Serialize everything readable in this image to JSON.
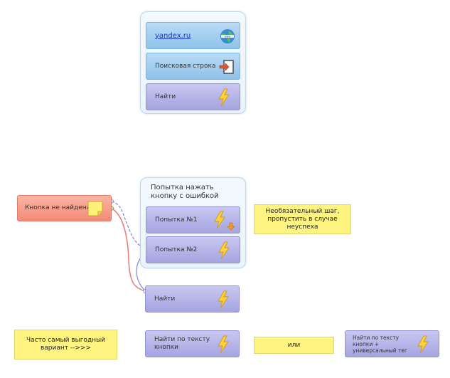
{
  "group_top": {
    "items": [
      {
        "label": "yandex.ru",
        "icon": "globe-icon"
      },
      {
        "label": "Поисковая строка",
        "icon": "input-arrow-icon"
      },
      {
        "label": "Найти",
        "icon": "lightning-icon"
      }
    ]
  },
  "group_bottom": {
    "title": "Попытка нажать кнопку с ошибкой",
    "items": [
      {
        "label": "Попытка №1",
        "icon": "lightning-icon"
      },
      {
        "label": "Попытка №2",
        "icon": "lightning-icon"
      }
    ]
  },
  "error_node": {
    "label": "Кнопка не найдена!",
    "icon": "sticky-note-icon"
  },
  "find_node": {
    "label": "Найти",
    "icon": "lightning-icon"
  },
  "find_by_text": {
    "label": "Найти по тексту кнопки",
    "icon": "lightning-icon"
  },
  "find_universal": {
    "label": "Найти по тексту кнопки + универсальный тег",
    "icon": "lightning-icon"
  },
  "notes": {
    "optional_step": "Необязательный шаг, пропустить в случае неуспеха",
    "best_option": "Часто самый выгодный вариант -->>>",
    "or": "или"
  },
  "colors": {
    "blue_node": "#8fc2ea",
    "purple_node": "#a5a4e0",
    "error_node": "#f28a77",
    "note": "#fff480",
    "group_border": "#b9d8ee",
    "connector_blue": "#8b8fd6",
    "connector_red": "#e0857a"
  }
}
